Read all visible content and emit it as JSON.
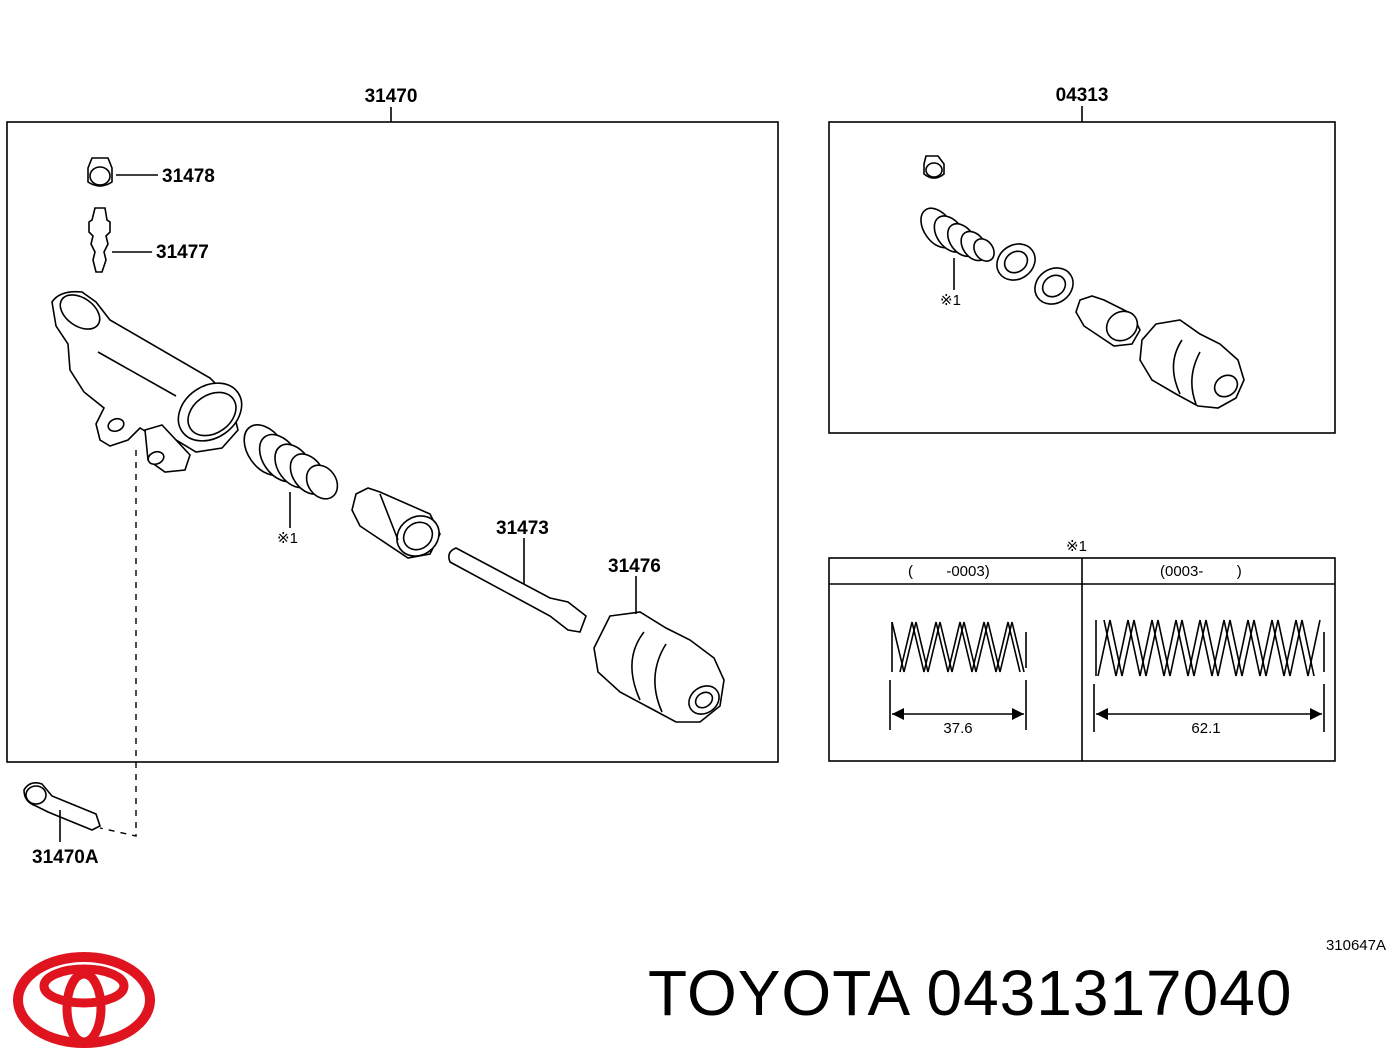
{
  "labels": {
    "assembly": "31470",
    "kit": "04313",
    "bleeder_cap": "31478",
    "bleeder_plug": "31477",
    "push_rod": "31473",
    "boot": "31476",
    "bolt": "31470A",
    "note_ref_left": "※1",
    "note_ref_kit": "※1",
    "note_ref_table": "※1"
  },
  "spring_table": {
    "col_left_header": "(        -0003)",
    "col_right_header": "(0003-        )",
    "col_left_dim": "37.6",
    "col_right_dim": "62.1"
  },
  "figure_code": "310647A",
  "footer": {
    "brand_text": "TOYOTA 0431317040"
  },
  "colors": {
    "logo_red": "#e0141e",
    "line": "#000000"
  }
}
